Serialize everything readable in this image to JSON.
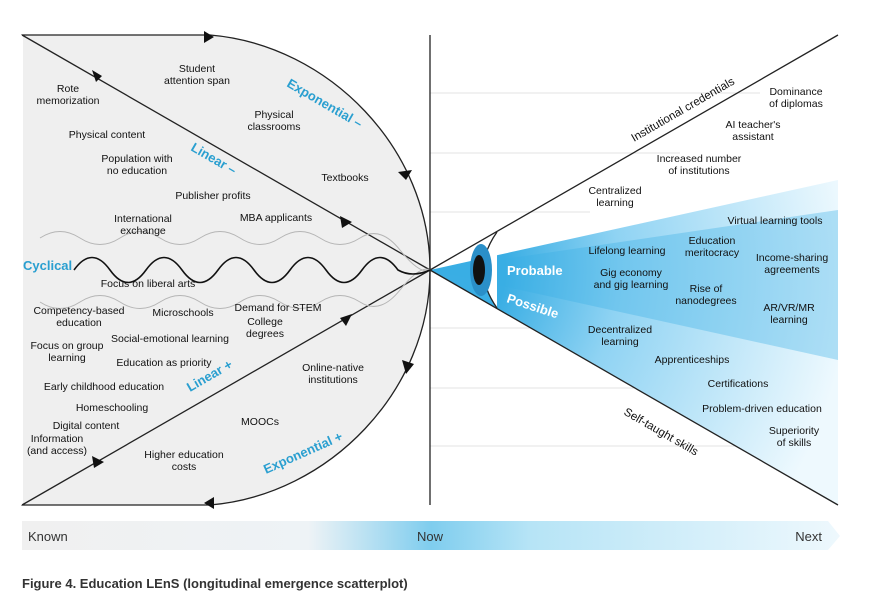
{
  "caption": "Figure 4. Education LEnS (longitudinal emergence scatterplot)",
  "timeline": {
    "start": "Known",
    "middle": "Now",
    "end": "Next"
  },
  "trends": {
    "exponential_minus": "Exponential –",
    "linear_minus": "Linear –",
    "cyclical": "Cyclical",
    "linear_plus": "Linear +",
    "exponential_plus": "Exponential +"
  },
  "cone": {
    "possible_top": "Possible",
    "probable": "Probable",
    "possible_bottom": "Possible"
  },
  "arms": {
    "upper": "Institutional credentials",
    "lower": "Self-taught skills"
  },
  "past_items": [
    [
      "Rote",
      "memorization"
    ],
    [
      "Student",
      "attention span"
    ],
    [
      "Physical content"
    ],
    [
      "Physical",
      "classrooms"
    ],
    [
      "Population with",
      "no education"
    ],
    [
      "Textbooks"
    ],
    [
      "Publisher profits"
    ],
    [
      "MBA applicants"
    ],
    [
      "International",
      "exchange"
    ],
    [
      "Focus on liberal arts"
    ],
    [
      "Competency-based",
      "education"
    ],
    [
      "Microschools"
    ],
    [
      "Demand for STEM"
    ],
    [
      "Social-emotional learning"
    ],
    [
      "College",
      "degrees"
    ],
    [
      "Focus on group",
      "learning"
    ],
    [
      "Education as priority"
    ],
    [
      "Early childhood education"
    ],
    [
      "Online-native",
      "institutions"
    ],
    [
      "Homeschooling"
    ],
    [
      "Digital content"
    ],
    [
      "MOOCs"
    ],
    [
      "Information",
      "(and access)"
    ],
    [
      "Higher education",
      "costs"
    ]
  ],
  "future_items": [
    [
      "Dominance",
      "of diplomas"
    ],
    [
      "AI teacher's",
      "assistant"
    ],
    [
      "Increased number",
      "of institutions"
    ],
    [
      "Centralized",
      "learning"
    ],
    [
      "Virtual learning tools"
    ],
    [
      "Lifelong learning"
    ],
    [
      "Education",
      "meritocracy"
    ],
    [
      "Income-sharing",
      "agreements"
    ],
    [
      "Gig economy",
      "and gig learning"
    ],
    [
      "Rise of",
      "nanodegrees"
    ],
    [
      "AR/VR/MR",
      "learning"
    ],
    [
      "Decentralized",
      "learning"
    ],
    [
      "Apprenticeships"
    ],
    [
      "Certifications"
    ],
    [
      "Problem-driven education"
    ],
    [
      "Superiority",
      "of skills"
    ]
  ]
}
